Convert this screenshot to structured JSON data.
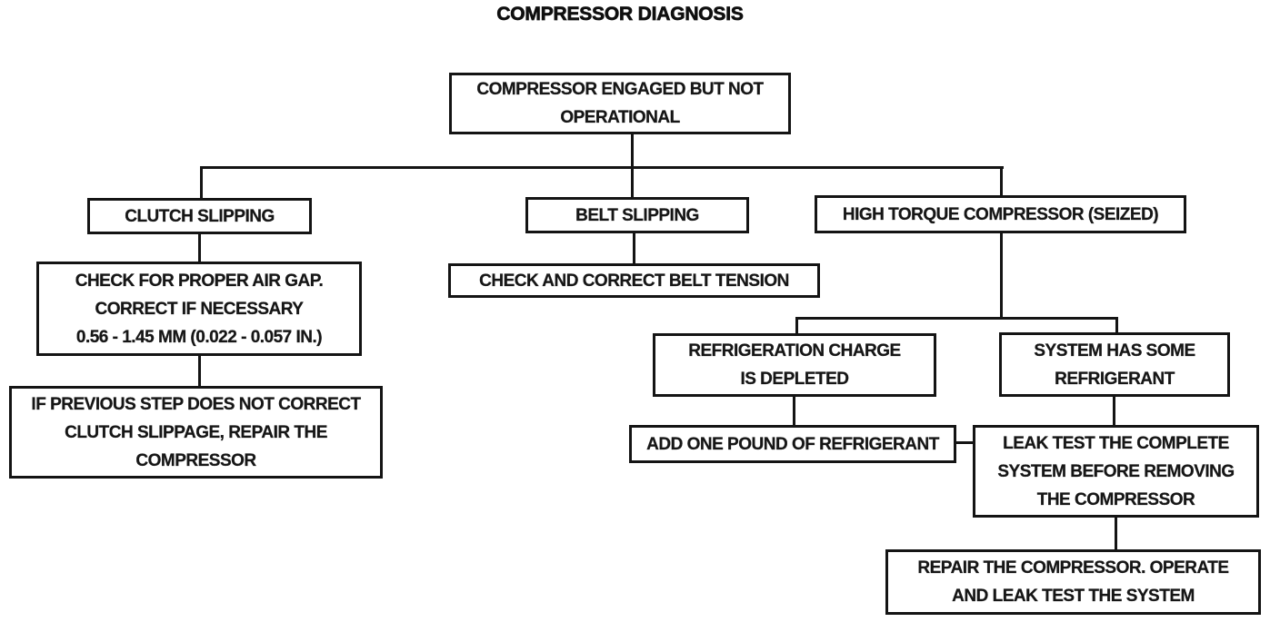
{
  "title": "COMPRESSOR DIAGNOSIS",
  "colors": {
    "ink": "#141414",
    "paper": "#ffffff"
  },
  "nodes": {
    "engaged": {
      "lines": [
        "COMPRESSOR ENGAGED BUT NOT",
        "OPERATIONAL"
      ]
    },
    "clutch_slipping": {
      "lines": [
        "CLUTCH SLIPPING"
      ]
    },
    "belt_slipping": {
      "lines": [
        "BELT SLIPPING"
      ]
    },
    "high_torque": {
      "lines": [
        "HIGH TORQUE COMPRESSOR (SEIZED)"
      ]
    },
    "check_air_gap": {
      "lines": [
        "CHECK FOR PROPER AIR GAP.",
        "CORRECT IF NECESSARY",
        "0.56 - 1.45 MM (0.022 - 0.057 IN.)"
      ]
    },
    "repair_clutch": {
      "lines": [
        "IF PREVIOUS STEP DOES NOT CORRECT",
        "CLUTCH SLIPPAGE, REPAIR THE",
        "COMPRESSOR"
      ]
    },
    "belt_tension": {
      "lines": [
        "CHECK AND CORRECT BELT TENSION"
      ]
    },
    "charge_depleted": {
      "lines": [
        "REFRIGERATION CHARGE",
        "IS DEPLETED"
      ]
    },
    "some_refrigerant": {
      "lines": [
        "SYSTEM HAS SOME",
        "REFRIGERANT"
      ]
    },
    "add_refrigerant": {
      "lines": [
        "ADD ONE POUND OF REFRIGERANT"
      ]
    },
    "leak_test": {
      "lines": [
        "LEAK TEST THE COMPLETE",
        "SYSTEM BEFORE REMOVING",
        "THE COMPRESSOR"
      ]
    },
    "repair_operate": {
      "lines": [
        "REPAIR THE COMPRESSOR. OPERATE",
        "AND LEAK TEST THE SYSTEM"
      ]
    }
  },
  "edges": [
    {
      "from": "engaged",
      "to": "clutch_slipping"
    },
    {
      "from": "engaged",
      "to": "belt_slipping"
    },
    {
      "from": "engaged",
      "to": "high_torque"
    },
    {
      "from": "clutch_slipping",
      "to": "check_air_gap"
    },
    {
      "from": "check_air_gap",
      "to": "repair_clutch"
    },
    {
      "from": "belt_slipping",
      "to": "belt_tension"
    },
    {
      "from": "high_torque",
      "to": "charge_depleted"
    },
    {
      "from": "high_torque",
      "to": "some_refrigerant"
    },
    {
      "from": "charge_depleted",
      "to": "add_refrigerant"
    },
    {
      "from": "some_refrigerant",
      "to": "leak_test"
    },
    {
      "from": "add_refrigerant",
      "to": "leak_test"
    },
    {
      "from": "leak_test",
      "to": "repair_operate"
    }
  ]
}
